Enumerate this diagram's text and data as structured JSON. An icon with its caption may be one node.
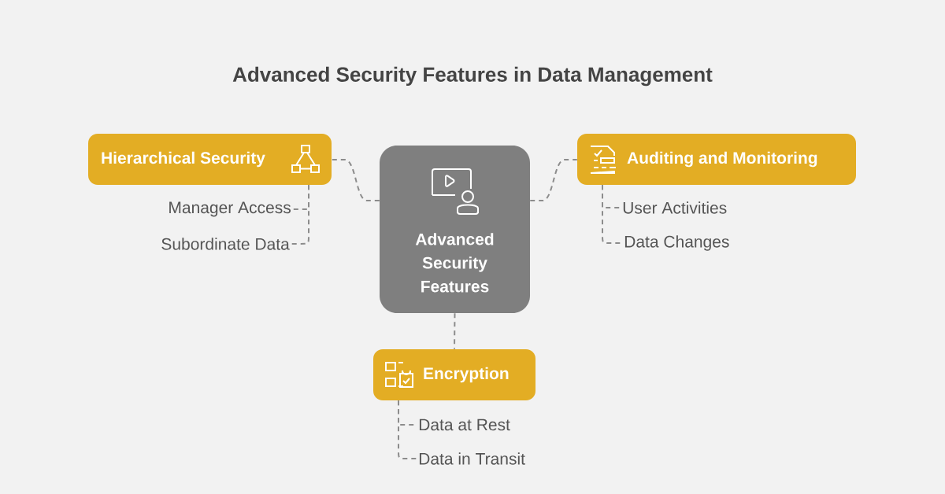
{
  "diagram": {
    "title": "Advanced Security Features in Data Management",
    "nodes": [
      {
        "text": [
          "Advanced Security Features"
        ]
      },
      {
        "text": [
          "Hierarchical Security"
        ]
      },
      {
        "text": [
          "Manager Access"
        ]
      },
      {
        "text": [
          "Subordinate Data"
        ]
      },
      {
        "text": [
          "Auditing and Monitoring"
        ]
      },
      {
        "text": [
          "User Activities"
        ]
      },
      {
        "text": [
          "Data Changes"
        ]
      },
      {
        "text": [
          "Encryption"
        ]
      },
      {
        "text": [
          "Data at Rest"
        ]
      },
      {
        "text": [
          "Data in Transit"
        ]
      }
    ],
    "edges": [
      {
        "from": 0,
        "to": 1,
        "arrow": "none"
      },
      {
        "from": 1,
        "to": 2,
        "arrow": "none"
      },
      {
        "from": 1,
        "to": 3,
        "arrow": "none"
      },
      {
        "from": 0,
        "to": 4,
        "arrow": "none"
      },
      {
        "from": 4,
        "to": 5,
        "arrow": "none"
      },
      {
        "from": 4,
        "to": 6,
        "arrow": "none"
      },
      {
        "from": 0,
        "to": 7,
        "arrow": "none"
      },
      {
        "from": 7,
        "to": 8,
        "arrow": "none"
      },
      {
        "from": 7,
        "to": 9,
        "arrow": "none"
      }
    ]
  }
}
